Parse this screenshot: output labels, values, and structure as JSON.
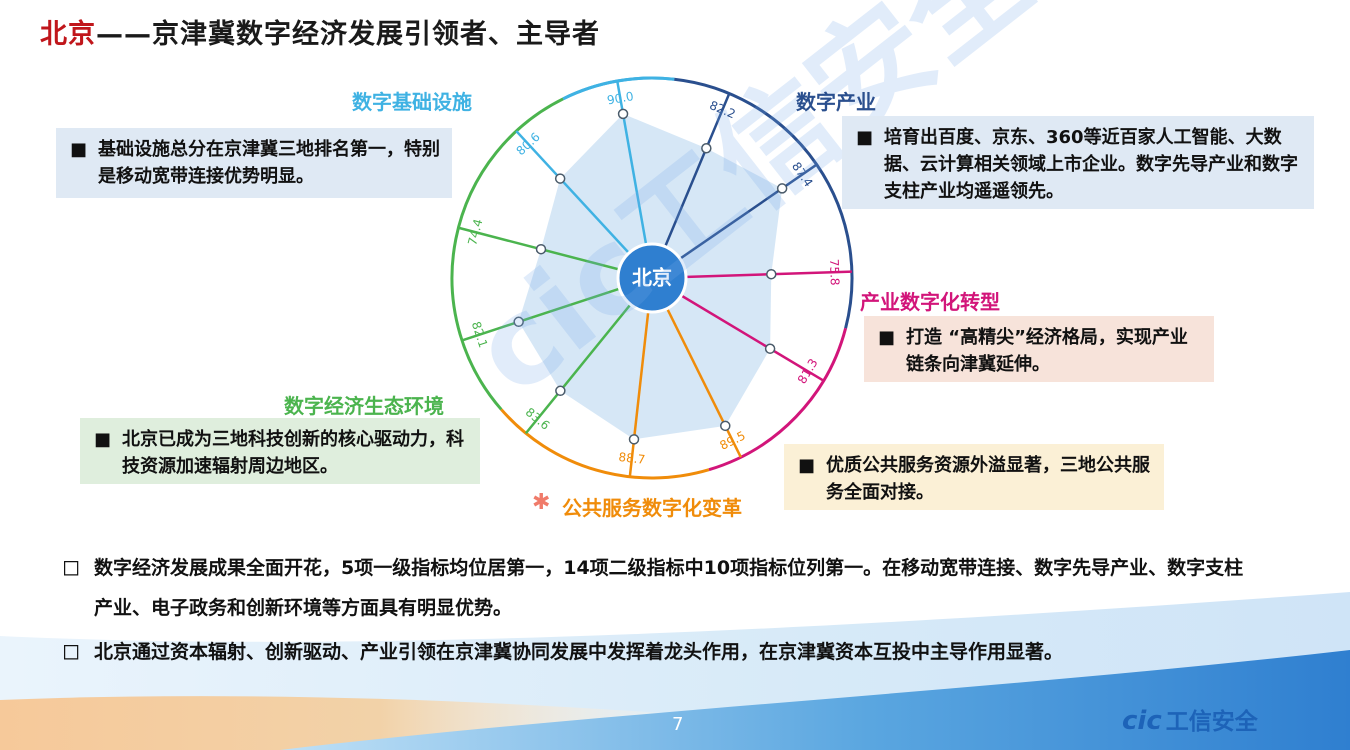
{
  "title": {
    "highlight": "北京",
    "rest": "——京津冀数字经济发展引领者、主导者"
  },
  "chart_data": {
    "type": "radar",
    "center_label": "北京",
    "categories": [
      {
        "name": "数字基础设施",
        "color": "#3fb2e3"
      },
      {
        "name": "数字产业",
        "color": "#2a4f8e"
      },
      {
        "name": "产业数字化转型",
        "color": "#d2157a"
      },
      {
        "name": "公共服务数字化变革",
        "color": "#f08c0a"
      },
      {
        "name": "数字经济生态环境",
        "color": "#4bb44e"
      }
    ],
    "indicators": [
      {
        "category": 0,
        "value": 90.0,
        "label": "90.0"
      },
      {
        "category": 1,
        "value": 82.2,
        "label": "82.2"
      },
      {
        "category": 1,
        "value": 87.4,
        "label": "87.4"
      },
      {
        "category": 2,
        "value": 75.8,
        "label": "75.8"
      },
      {
        "category": 2,
        "value": 81.3,
        "label": "81.3"
      },
      {
        "category": 3,
        "value": 89.5,
        "label": "89.5"
      },
      {
        "category": 3,
        "value": 88.7,
        "label": "88.7"
      },
      {
        "category": 4,
        "value": 83.6,
        "label": "83.6"
      },
      {
        "category": 4,
        "value": 82.1,
        "label": "82.1"
      },
      {
        "category": 4,
        "value": 74.4,
        "label": "74.4"
      },
      {
        "category": 0,
        "value": 80.6,
        "label": "80.6"
      }
    ],
    "fill_color": "#cfe3f5"
  },
  "boxes": {
    "infra": "基础设施总分在京津冀三地排名第一，特别是移动宽带连接优势明显。",
    "industry": "培育出百度、京东、360等近百家人工智能、大数据、云计算相关领域上市企业。数字先导产业和数字支柱产业均遥遥领先。",
    "transform": "打造 “高精尖”经济格局，实现产业链条向津冀延伸。",
    "ecology": "北京已成为三地科技创新的核心驱动力，科技资源加速辐射周边地区。",
    "public": "优质公共服务资源外溢显著，三地公共服务全面对接。"
  },
  "bullets": {
    "b1": "数字经济发展成果全面开花，5项一级指标均位居第一，14项二级指标中10项指标位列第一。在移动宽带连接、数字先导产业、数字支柱产业、电子政务和创新环境等方面具有明显优势。",
    "b2": "北京通过资本辐射、创新驱动、产业引领在京津冀协同发展中发挥着龙头作用，在京津冀资本互投中主导作用显著。"
  },
  "footer": {
    "page": "7",
    "logo_latin": "cic",
    "logo_cn": "工信安全"
  },
  "watermark": "cic工信安全",
  "icons": {
    "box_bullet": "■",
    "list_bullet": "◻",
    "star": "✱"
  }
}
